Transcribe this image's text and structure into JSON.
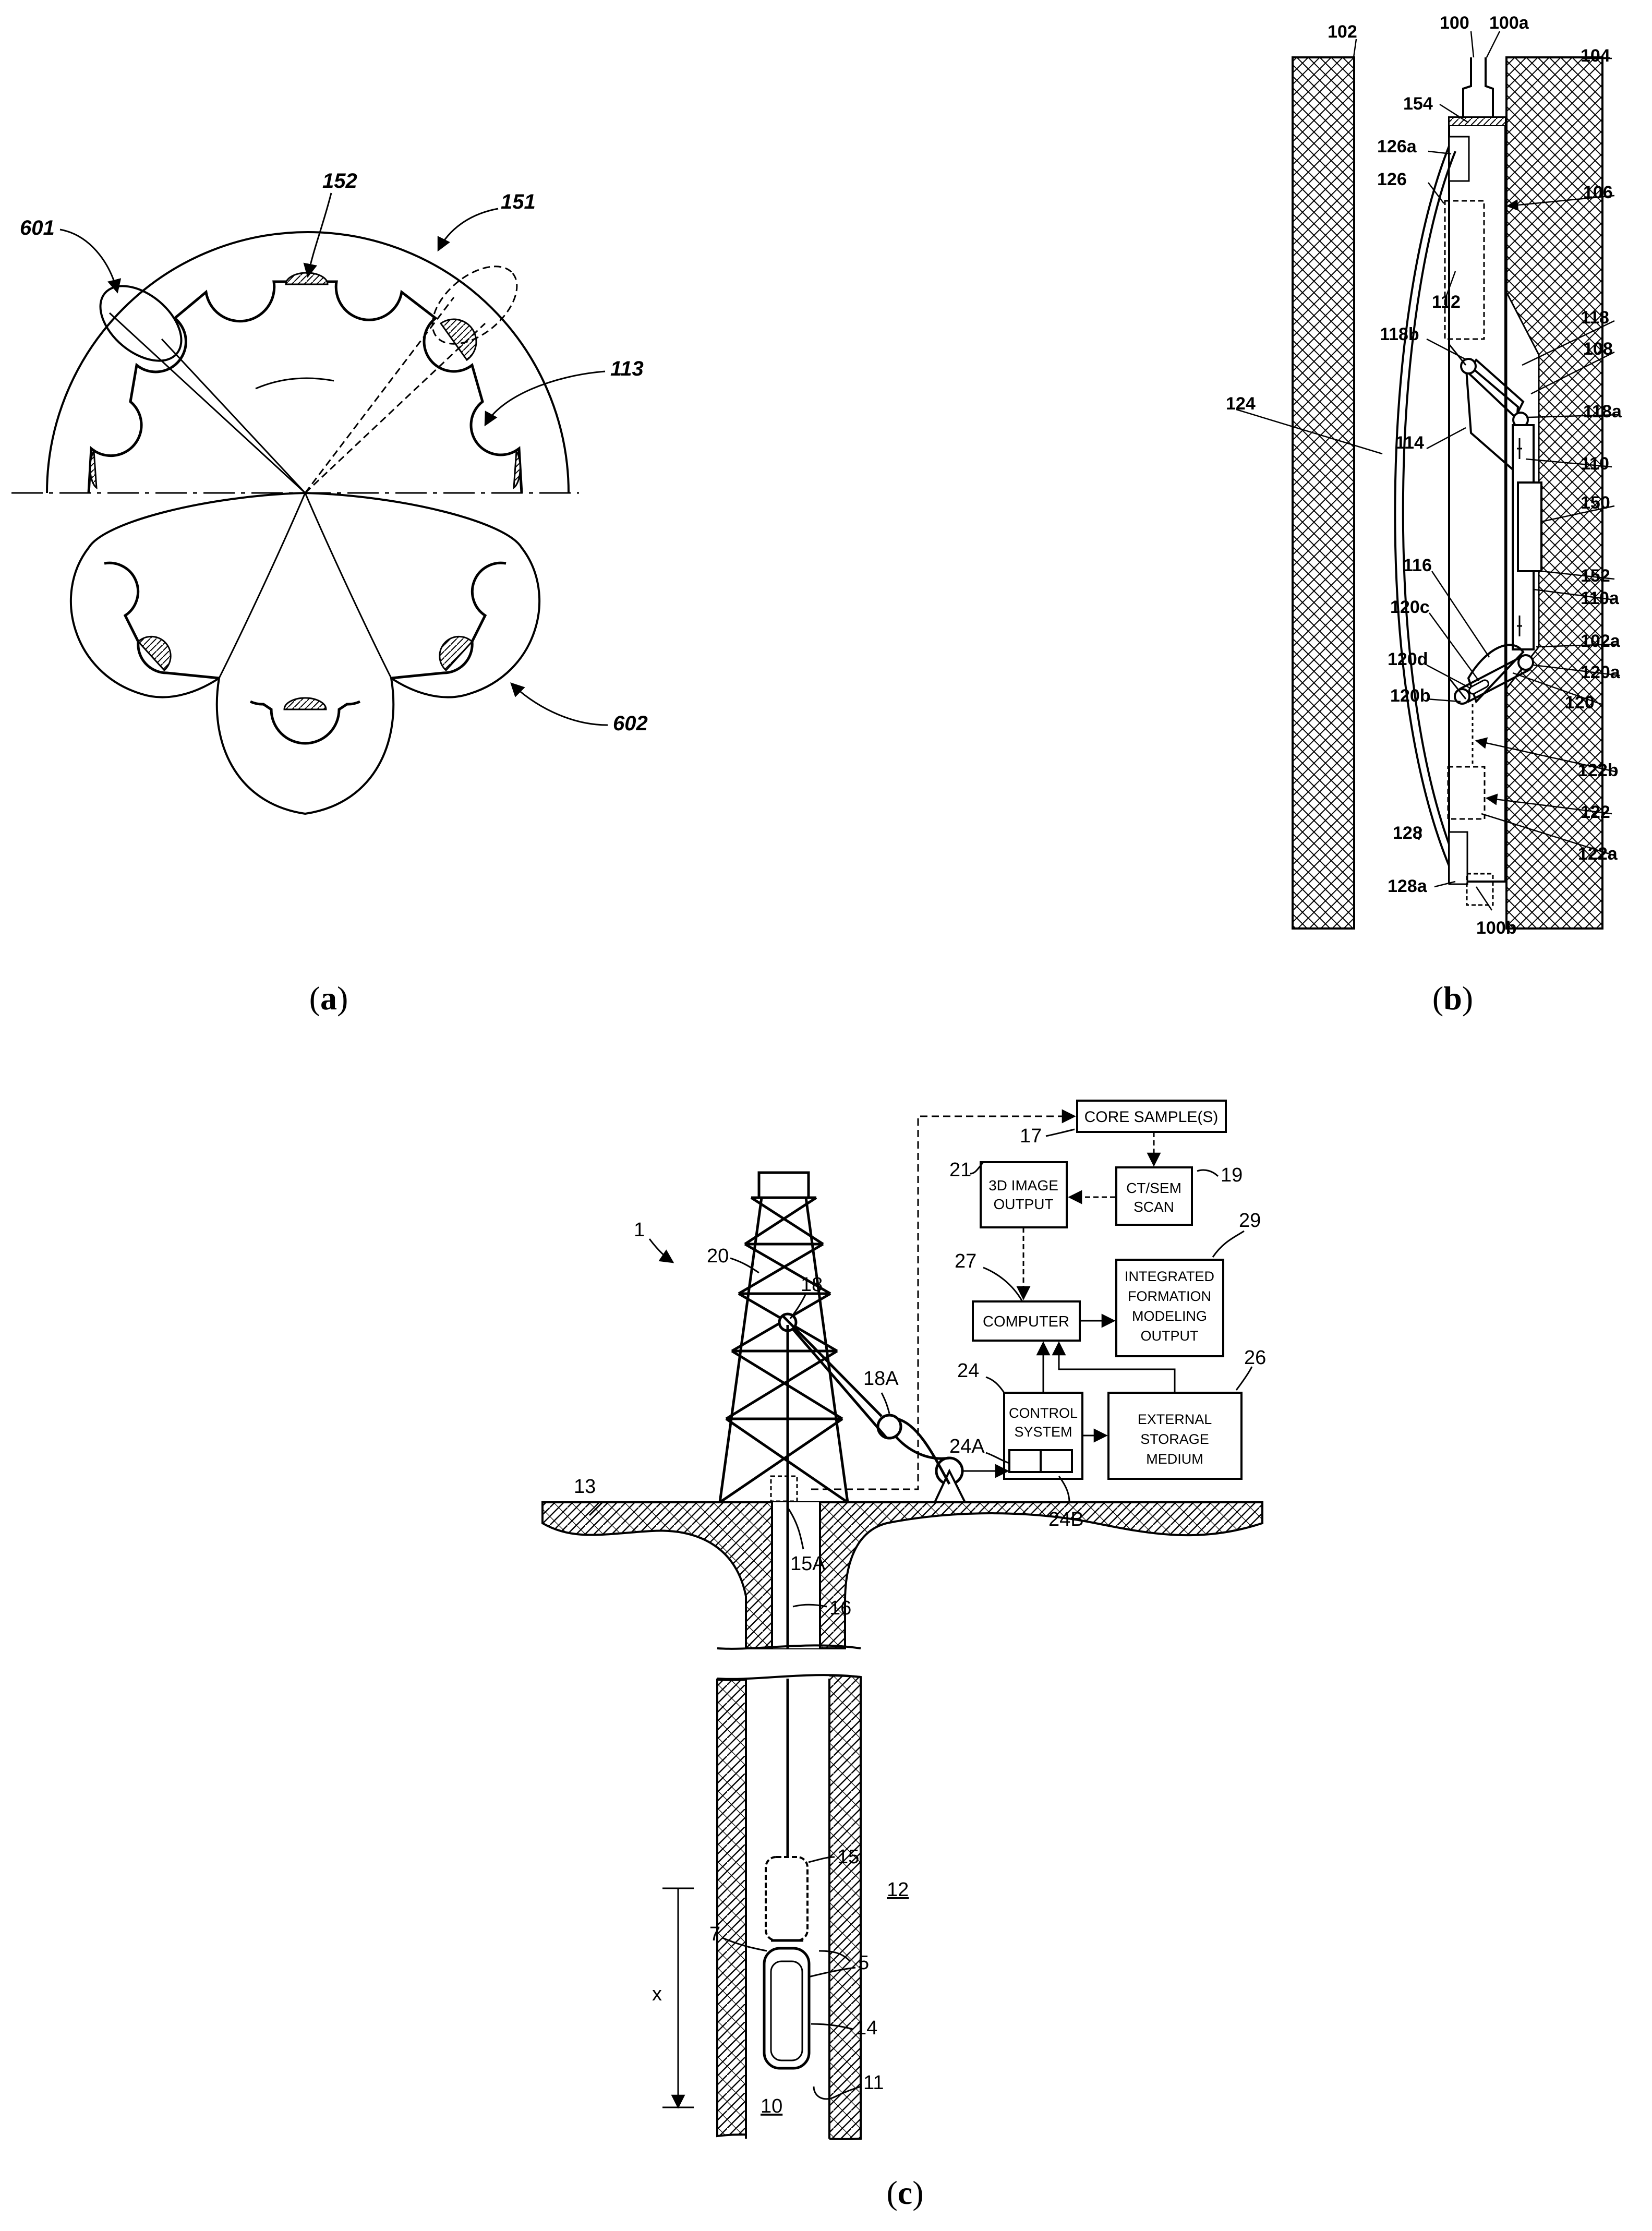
{
  "panel_a": {
    "labels": {
      "l601": "601",
      "l152": "152",
      "l151": "151",
      "l113": "113",
      "l602": "602"
    },
    "caption": {
      "open": "(",
      "letter": "a",
      "close": ")"
    }
  },
  "panel_b": {
    "labels": {
      "l100": "100",
      "l100a": "100a",
      "l102": "102",
      "l104": "104",
      "l154": "154",
      "l126a": "126a",
      "l126": "126",
      "l106": "106",
      "l112": "112",
      "l118": "118",
      "l118b": "118b",
      "l108": "108",
      "l118a": "118a",
      "l124": "124",
      "l114": "114",
      "l110": "110",
      "l150": "150",
      "l152": "152",
      "l110a": "110a",
      "l116": "116",
      "l102a": "102a",
      "l120c": "120c",
      "l120a": "120a",
      "l120d": "120d",
      "l120b": "120b",
      "l120": "120",
      "l122b": "122b",
      "l122": "122",
      "l122a": "122a",
      "l128": "128",
      "l128a": "128a",
      "l100b": "100b"
    },
    "caption": {
      "open": "(",
      "letter": "b",
      "close": ")"
    }
  },
  "panel_c": {
    "boxes": {
      "core": "CORE SAMPLE(S)",
      "image3d": [
        "3D IMAGE",
        "OUTPUT"
      ],
      "ctsem": [
        "CT/SEM",
        "SCAN"
      ],
      "integrated": [
        "INTEGRATED",
        "FORMATION",
        "MODELING",
        "OUTPUT"
      ],
      "computer": "COMPUTER",
      "control": [
        "CONTROL",
        "SYSTEM"
      ],
      "storage": [
        "EXTERNAL",
        "STORAGE",
        "MEDIUM"
      ]
    },
    "labels": {
      "l17": "17",
      "l19": "19",
      "l21": "21",
      "l29": "29",
      "l27": "27",
      "l20": "20",
      "l18": "18",
      "l18A": "18A",
      "l24": "24",
      "l26": "26",
      "l24A": "24A",
      "l1": "1",
      "l13": "13",
      "l15A": "15A",
      "l24B": "24B",
      "l16": "16",
      "l15": "15",
      "l12": "12",
      "l7": "7",
      "l5": "5",
      "lx": "x",
      "l14": "14",
      "l10": "10",
      "l11": "11"
    },
    "caption": {
      "open": "(",
      "letter": "c",
      "close": ")"
    }
  }
}
